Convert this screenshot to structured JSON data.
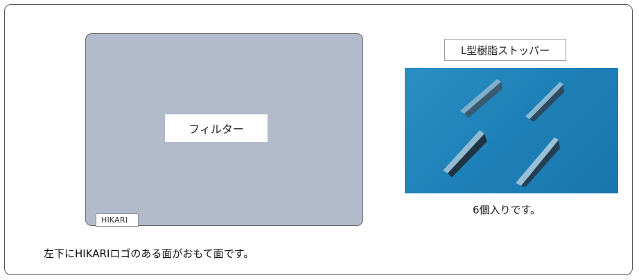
{
  "filter": {
    "label": "フィルター",
    "logo_tag": "HIKARI"
  },
  "left_caption": "左下にHIKARIロゴのある面がおもて面です。",
  "stopper": {
    "title": "L型樹脂ストッパー",
    "caption": "6個入りです。"
  },
  "colors": {
    "filter_fill": "#b2bacb",
    "photo_background": "#1e80b8"
  }
}
